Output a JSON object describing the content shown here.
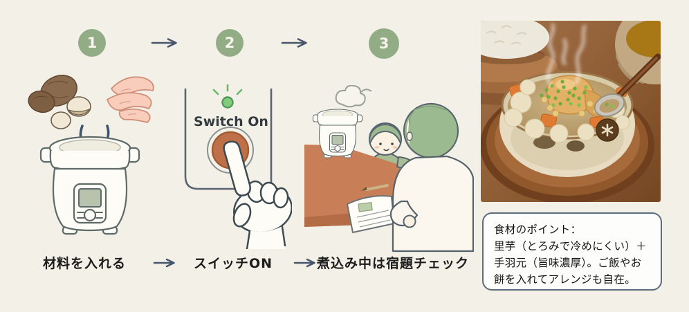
{
  "page": {
    "background_color": "#F3F0E7"
  },
  "steps": {
    "badges": [
      "1",
      "2",
      "3"
    ],
    "captions": [
      "材料を入れる",
      "スイッチON",
      "煮込み中は宿題チェック"
    ],
    "badge_color": "#92AC86",
    "arrow_color": "#46566B"
  },
  "switch_panel": {
    "label": "Switch On",
    "led_color": "#83CC7E",
    "button_color": "#BE7148"
  },
  "note": {
    "border_color": "#5B6C7C",
    "lines": [
      "食材のポイント：",
      "里芋（とろみで冷めにくい）＋",
      "手羽元（旨味濃厚）。ご飯やお",
      "餅を入れてアレンジも自在。"
    ]
  }
}
